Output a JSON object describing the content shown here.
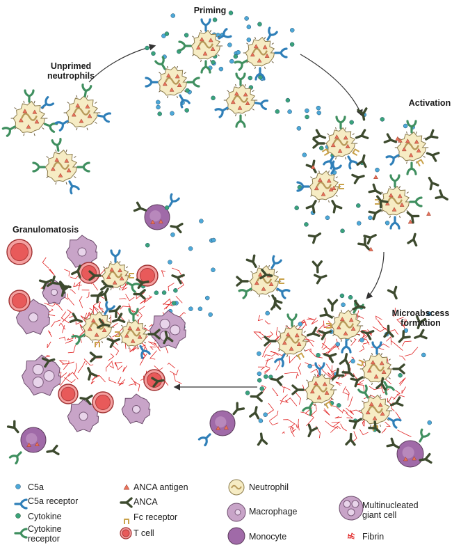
{
  "stages": {
    "priming": "Priming",
    "unprimed": [
      "Unprimed",
      "neutrophils"
    ],
    "activation": "Activation",
    "microabscess": [
      "Microabscess",
      "formation"
    ],
    "granulomatosis": "Granulomatosis"
  },
  "legend": {
    "c5a": "C5a",
    "c5a_receptor": "C5a receptor",
    "cytokine": "Cytokine",
    "cytokine_receptor": [
      "Cytokine",
      "receptor"
    ],
    "anca_antigen": "ANCA antigen",
    "anca": "ANCA",
    "fc_receptor": "Fc receptor",
    "t_cell": "T cell",
    "neutrophil": "Neutrophil",
    "macrophage": "Macrophage",
    "monocyte": "Monocyte",
    "giant_cell": [
      "Multinucleated",
      "giant cell"
    ],
    "fibrin": "Fibrin"
  },
  "colors": {
    "neutrophil_fill": "#f6ecc4",
    "neutrophil_edge": "#8a7a4a",
    "c5a": "#4da8d8",
    "cytokine": "#3aa37a",
    "c5a_receptor": "#2f7fb8",
    "cytokine_receptor": "#3f8f5f",
    "anca": "#3d4a2e",
    "anca_antigen": "#e8725a",
    "fc_receptor": "#c9a24a",
    "macrophage": "#c8a4c8",
    "monocyte": "#a06aa8",
    "t_cell": "#e85a5a",
    "fibrin": "#e02020",
    "arrow": "#333333"
  }
}
